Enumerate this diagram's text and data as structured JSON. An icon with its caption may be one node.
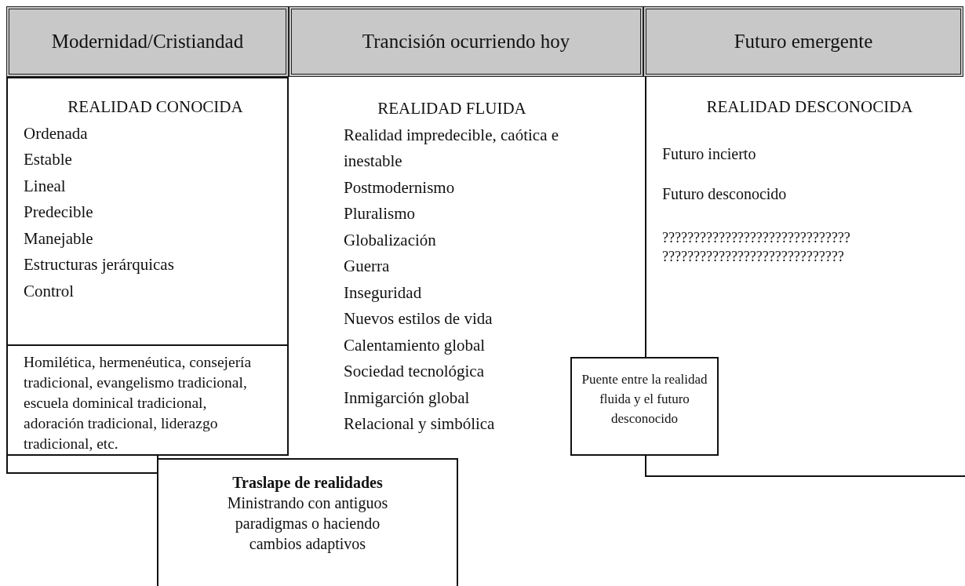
{
  "diagram": {
    "nodes": [
      {
        "text": [
          "Modernidad/Cristiandad"
        ]
      },
      {
        "text": [
          "Trancisión ocurriendo hoy"
        ]
      },
      {
        "text": [
          "Futuro emergente"
        ]
      },
      {
        "text": [
          "REALIDAD CONOCIDA",
          "Ordenada",
          "Estable",
          "Lineal",
          "Predecible",
          "Manejable",
          "Estructuras jerárquicas",
          "Control"
        ]
      },
      {
        "text": [
          "Homilética, hermenéutica, consejería tradicional, evangelismo tradicional, escuela dominical tradicional, adoración tradicional, liderazgo tradicional, etc."
        ]
      },
      {
        "text": [
          "REALIDAD FLUIDA",
          "Realidad impredecible, caótica e inestable",
          "Postmodernismo",
          "Pluralismo",
          "Globalización",
          "Guerra",
          "Inseguridad",
          "Nuevos estilos de vida",
          "Calentamiento global",
          "Sociedad tecnológica",
          "Inmigarción global",
          "Relacional y simbólica"
        ]
      },
      {
        "text": [
          "REALIDAD DESCONOCIDA",
          "Futuro incierto",
          "Futuro desconocido",
          "??????????????????????????????",
          "?????????????????????????????"
        ]
      },
      {
        "text": [
          "Puente entre la realidad fluida y el futuro desconocido"
        ]
      },
      {
        "text": [
          "Traslape de realidades",
          "Ministrando con antiguos paradigmas o haciendo cambios adaptivos"
        ]
      }
    ],
    "edges": []
  }
}
